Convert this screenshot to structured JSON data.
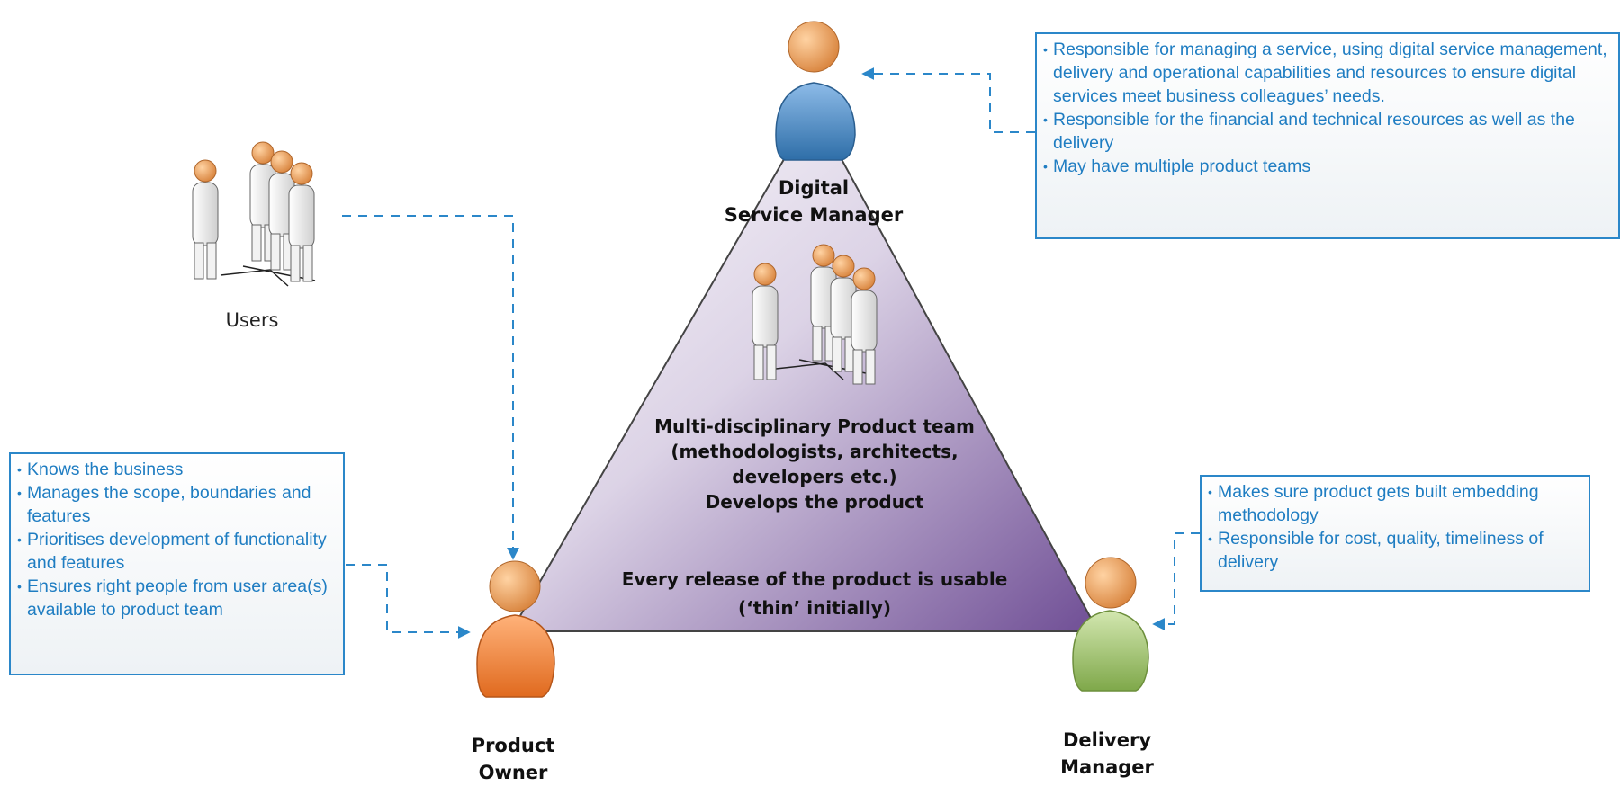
{
  "roles": {
    "digital_service_manager": {
      "line1": "Digital",
      "line2": "Service Manager"
    },
    "product_owner": {
      "line1": "Product",
      "line2": "Owner"
    },
    "delivery_manager": {
      "line1": "Delivery",
      "line2": "Manager"
    },
    "users": {
      "label": "Users"
    }
  },
  "product_team": {
    "lines": [
      "Multi-disciplinary Product team",
      "(methodologists, architects,",
      "developers etc.)",
      "Develops the product"
    ],
    "release_lines": [
      "Every release of the product is usable",
      "(‘thin’ initially)"
    ]
  },
  "notes": {
    "digital_service_manager": [
      "Responsible for managing a service, using digital service management, delivery and operational capabilities and resources to ensure digital services meet business colleagues’ needs.",
      "Responsible for the financial and technical resources as well as the delivery",
      "May have multiple product teams"
    ],
    "product_owner": [
      "Knows the business",
      "Manages the scope, boundaries and features",
      "Prioritises development of functionality and features",
      "Ensures right people from user area(s) available to product team"
    ],
    "delivery_manager": [
      "Makes sure product gets built embedding methodology",
      "Responsible for cost, quality, timeliness of delivery"
    ]
  },
  "colors": {
    "note_text": "#1f7dc2",
    "note_border": "#2b87c9",
    "arrow": "#2b87c9",
    "triangle_top": "#ffffff",
    "triangle_bottom": "#7c5a9e",
    "dsm_body": "#4a8ccc",
    "po_body": "#f08a3c",
    "dm_body": "#9cc26a",
    "head": "#f0a868"
  }
}
